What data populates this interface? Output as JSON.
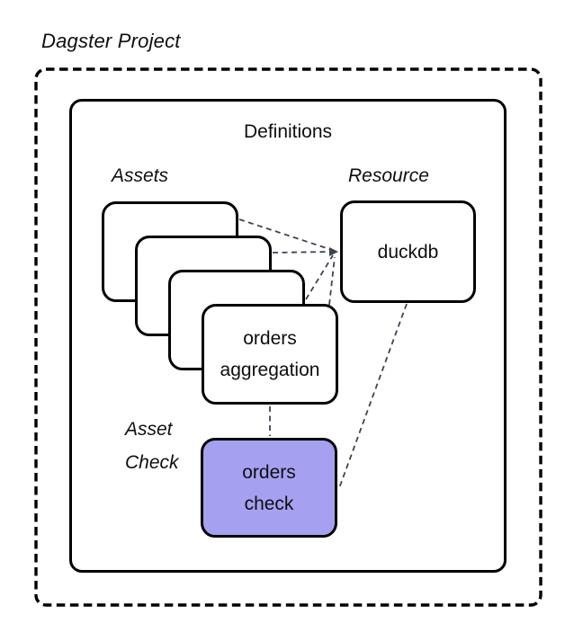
{
  "title": "Dagster Project",
  "definitions": {
    "label": "Definitions"
  },
  "assets": {
    "label": "Assets",
    "stack_count": 4,
    "front_card_label": "orders\naggregation"
  },
  "resource": {
    "label": "Resource",
    "node_label": "duckdb"
  },
  "asset_check": {
    "label": "Asset\nCheck",
    "node_label": "orders\ncheck"
  },
  "edges": [
    {
      "from": "asset-card-back-1",
      "to": "duckdb"
    },
    {
      "from": "asset-card-back-2",
      "to": "duckdb"
    },
    {
      "from": "asset-card-back-3",
      "to": "duckdb"
    },
    {
      "from": "orders-aggregation",
      "to": "duckdb"
    },
    {
      "from": "orders-aggregation",
      "to": "orders-check"
    },
    {
      "from": "duckdb",
      "to": "orders-check"
    }
  ],
  "colors": {
    "asset_check_fill": "#a5a1f0",
    "connector": "#3d4450",
    "node_border": "#000000",
    "background": "#ffffff"
  }
}
